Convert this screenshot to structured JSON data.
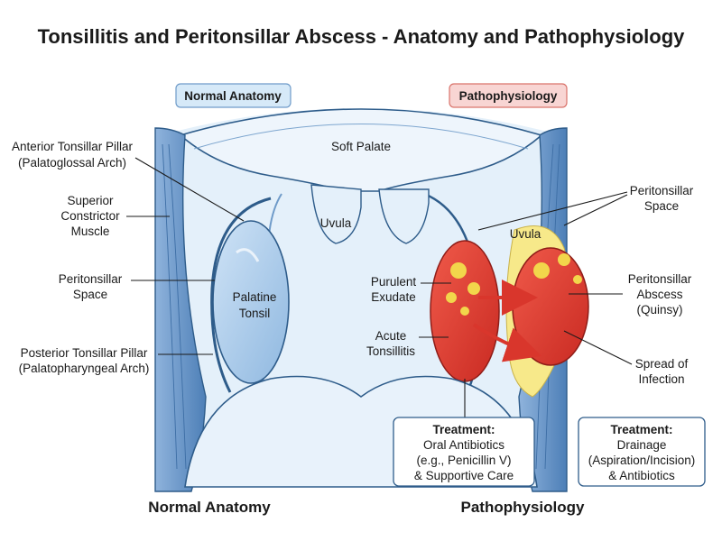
{
  "title": "Tonsillitis and Peritonsillar Abscess - Anatomy and Pathophysiology",
  "badges": {
    "left": "Normal Anatomy",
    "right": "Pathophysiology"
  },
  "labels": {
    "soft_palate": "Soft Palate",
    "uvula_left": "Uvula",
    "uvula_right": "Uvula",
    "anterior_pillar": [
      "Anterior Tonsillar Pillar",
      "(Palatoglossal Arch)"
    ],
    "superior_constrictor": [
      "Superior",
      "Constrictor",
      "Muscle"
    ],
    "peritonsillar_space_left": [
      "Peritonsillar",
      "Space"
    ],
    "posterior_pillar": [
      "Posterior Tonsillar Pillar",
      "(Palatopharyngeal Arch)"
    ],
    "palatine_tonsil": [
      "Palatine",
      "Tonsil"
    ],
    "purulent_exudate": [
      "Purulent",
      "Exudate"
    ],
    "acute_tonsillitis": [
      "Acute",
      "Tonsillitis"
    ],
    "peritonsillar_space_right": [
      "Peritonsillar",
      "Space"
    ],
    "peritonsillar_abscess": [
      "Peritonsillar",
      "Abscess",
      "(Quinsy)"
    ],
    "spread_of_infection": [
      "Spread of",
      "Infection"
    ]
  },
  "treatments": {
    "left": {
      "heading": "Treatment:",
      "lines": [
        "Oral Antibiotics",
        "(e.g., Penicillin V)",
        "& Supportive Care"
      ]
    },
    "right": {
      "heading": "Treatment:",
      "lines": [
        "Drainage",
        "(Aspiration/Incision)",
        "& Antibiotics"
      ]
    }
  },
  "captions": {
    "left": "Normal Anatomy",
    "right": "Pathophysiology"
  },
  "colors": {
    "muscle": "#6f9bc9",
    "tissue": "#dcebf7",
    "outline": "#2e5c8a",
    "tonsil": "#a9cbeb",
    "inflamed": "#d9362c",
    "pus": "#f2d64b",
    "space": "#f7e98a"
  }
}
